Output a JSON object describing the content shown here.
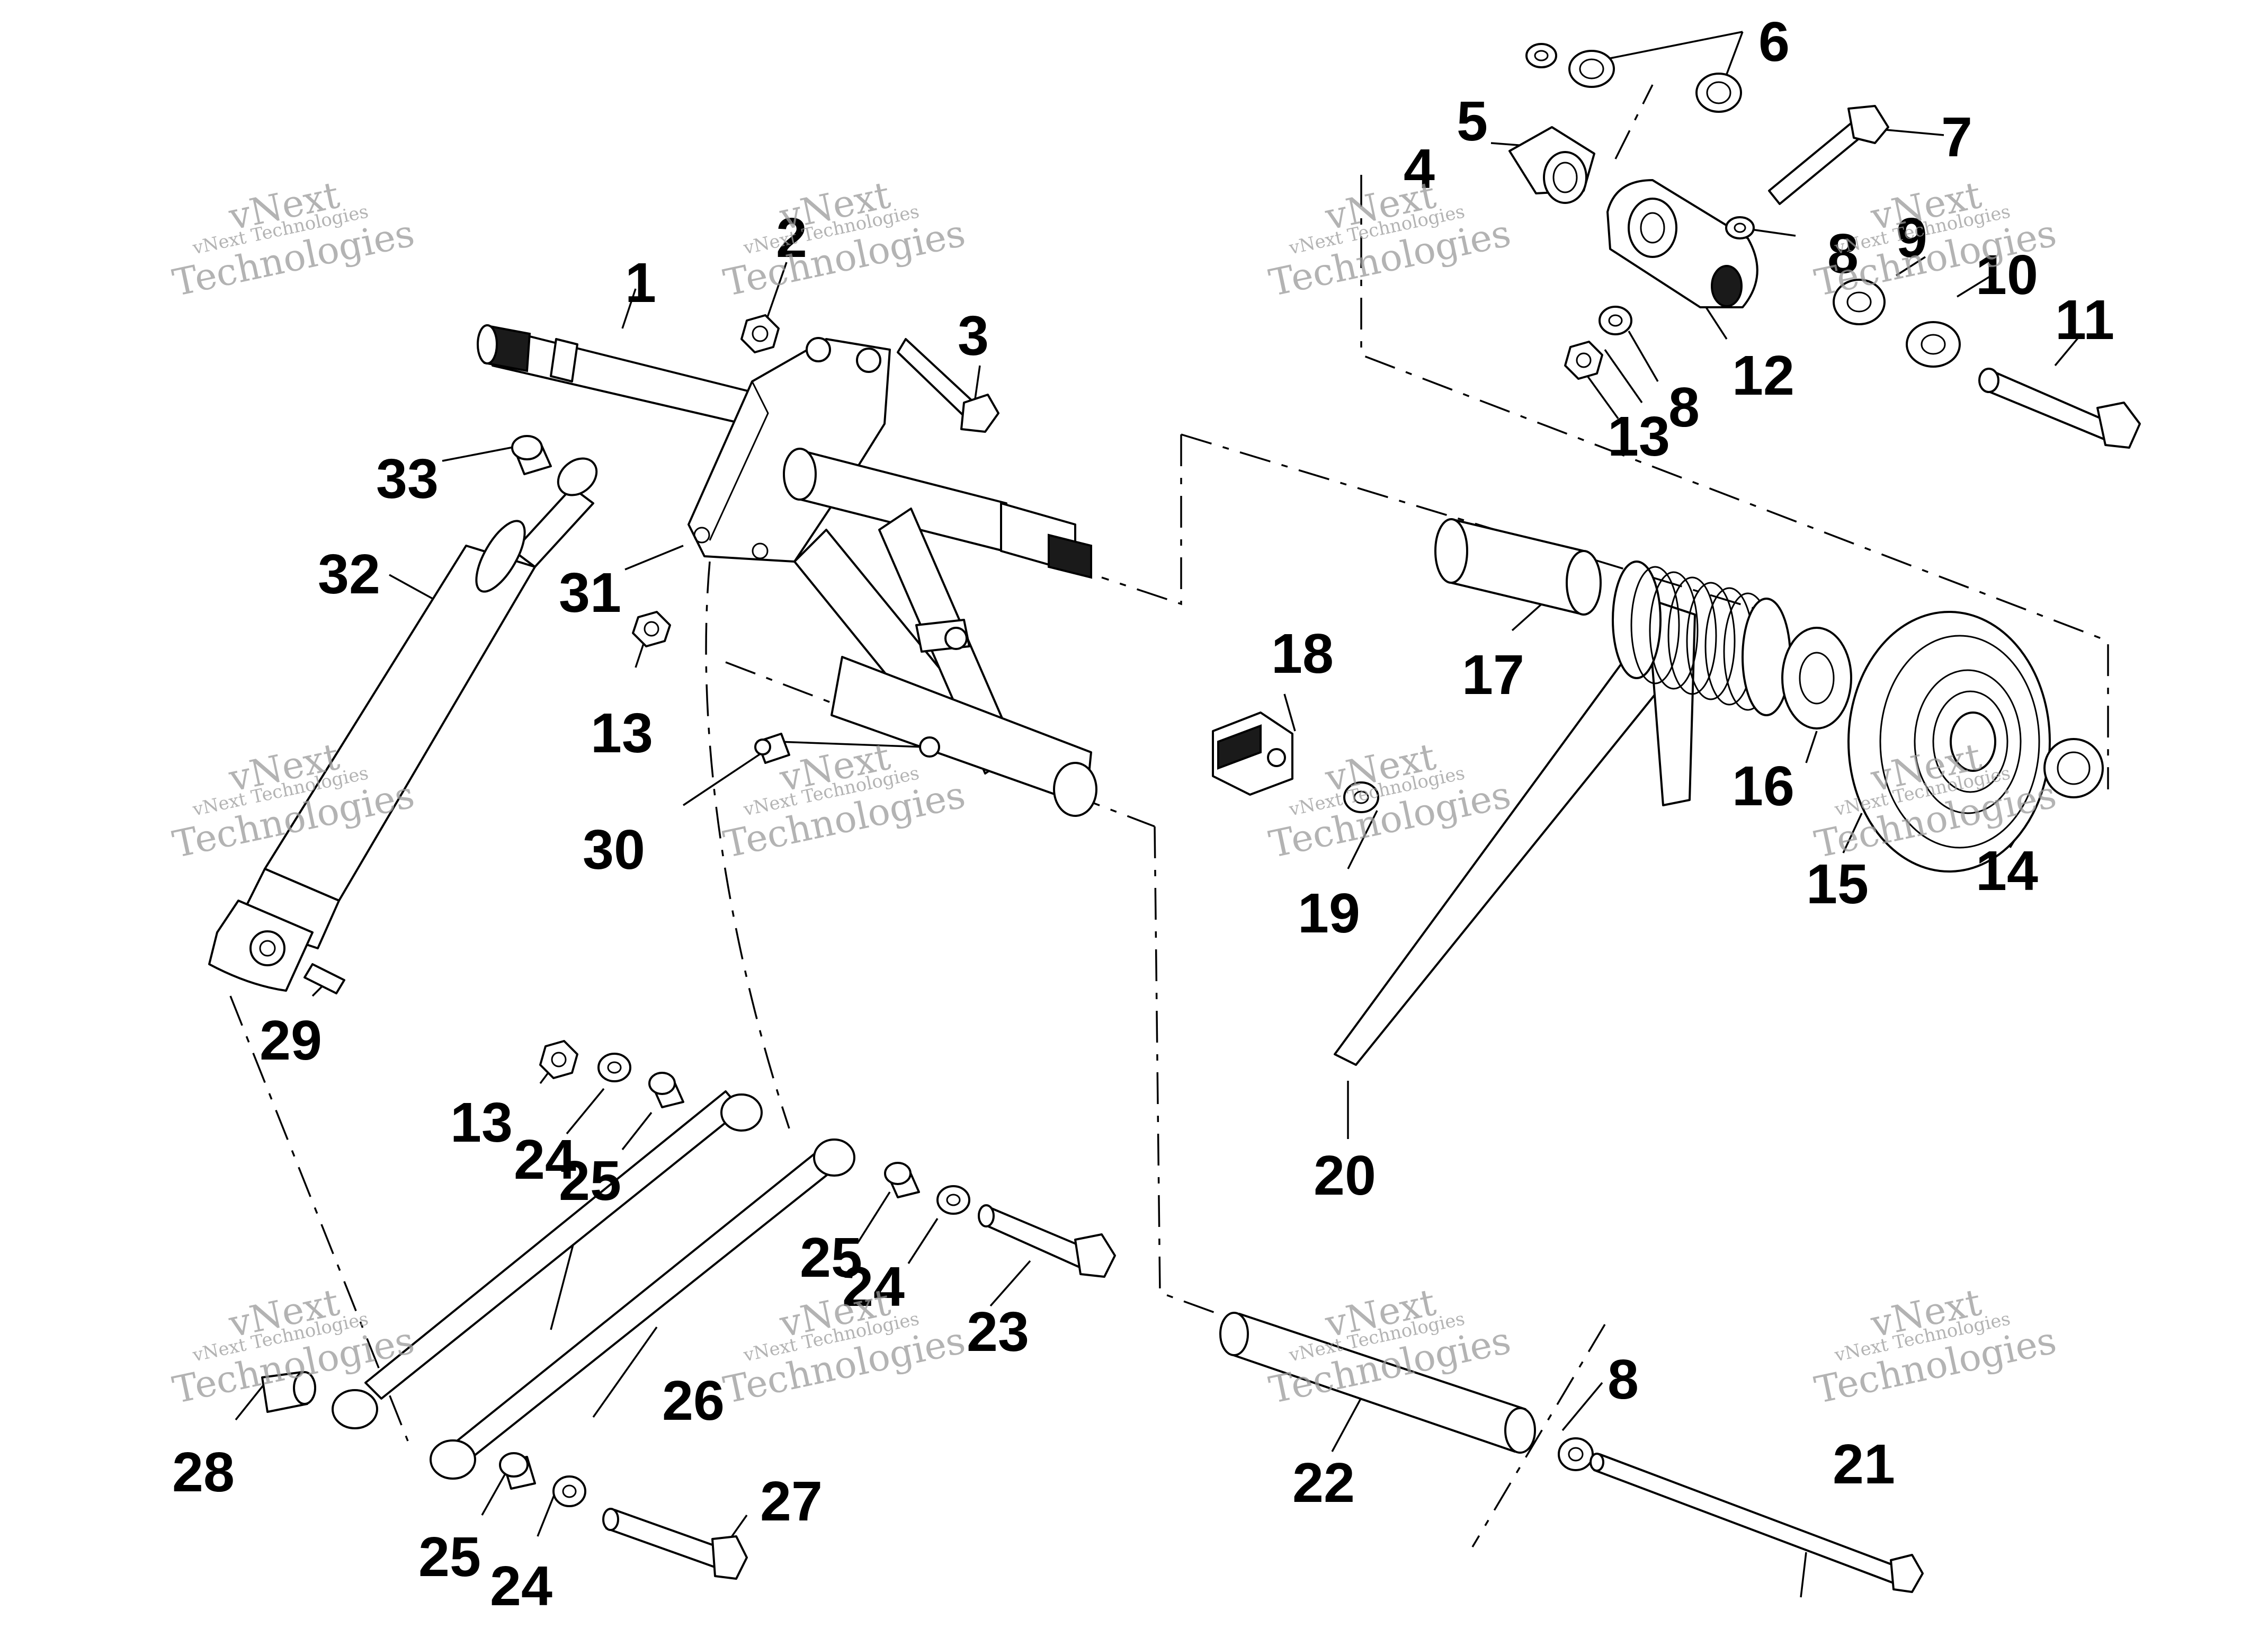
{
  "watermark": {
    "line1": "vNext Technologies",
    "line2": "Technologies",
    "line3": "vNext"
  },
  "callouts": [
    "1",
    "2",
    "3",
    "4",
    "5",
    "6",
    "7",
    "8",
    "9",
    "10",
    "11",
    "12",
    "13",
    "14",
    "15",
    "16",
    "17",
    "18",
    "19",
    "20",
    "21",
    "22",
    "23",
    "24",
    "25",
    "26",
    "27",
    "28",
    "29",
    "30",
    "31",
    "32",
    "33"
  ],
  "colors": {
    "ink": "#000000",
    "paper": "#ffffff",
    "watermark": "#9a9a9a"
  }
}
